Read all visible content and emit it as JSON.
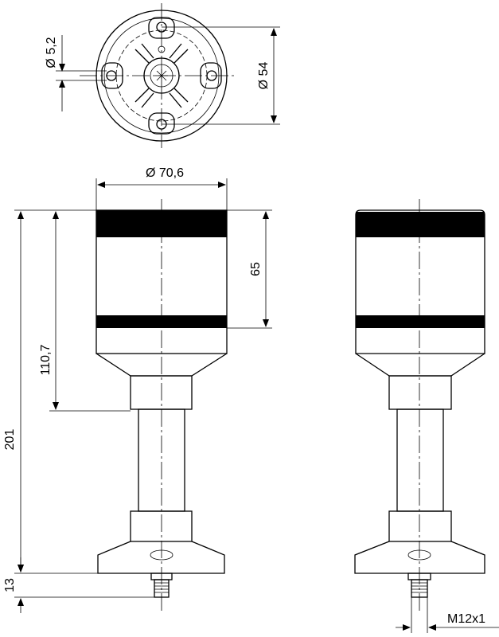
{
  "dimensions": {
    "hole_diameter": "Ø 5,2",
    "mount_diameter": "Ø 54",
    "body_diameter": "Ø 70,6",
    "total_height": "201",
    "module_height": "110,7",
    "segment_height": "65",
    "connector_height": "13",
    "thread": "M12x1"
  }
}
